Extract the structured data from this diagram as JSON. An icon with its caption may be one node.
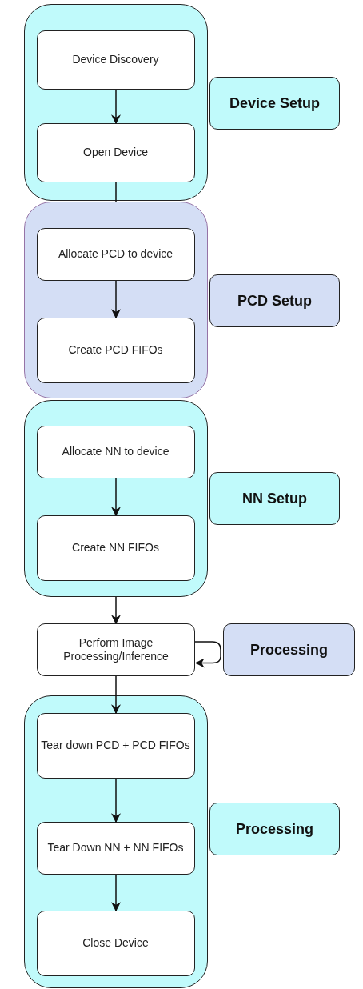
{
  "diagram": {
    "nodes": [
      {
        "text": [],
        "shape": "box"
      },
      {
        "text": [
          "Device Discovery"
        ],
        "in": 0
      },
      {
        "text": [
          "Open Device"
        ],
        "in": 0
      },
      {
        "text": [
          "Device Setup"
        ]
      },
      {
        "text": [],
        "shape": "box"
      },
      {
        "text": [
          "Allocate PCD to device"
        ],
        "in": 4
      },
      {
        "text": [
          "Create PCD FIFOs"
        ],
        "in": 4
      },
      {
        "text": [
          "PCD Setup"
        ]
      },
      {
        "text": [],
        "shape": "box"
      },
      {
        "text": [
          "Allocate NN to device"
        ],
        "in": 8
      },
      {
        "text": [
          "Create NN FIFOs"
        ],
        "in": 8
      },
      {
        "text": [
          "NN Setup"
        ]
      },
      {
        "text": [
          "Perform Image Processing/Inference"
        ]
      },
      {
        "text": [
          "Processing"
        ]
      },
      {
        "text": [],
        "shape": "box"
      },
      {
        "text": [
          "Tear down PCD + PCD FIFOs"
        ],
        "in": 14
      },
      {
        "text": [
          "Tear Down NN + NN FIFOs"
        ],
        "in": 14
      },
      {
        "text": [
          "Close Device"
        ],
        "in": 14
      },
      {
        "text": [
          "Processing"
        ]
      }
    ],
    "edges": [
      {
        "from": 1,
        "to": 2,
        "arrow": "to"
      },
      {
        "from": 2,
        "to": 4,
        "arrow": "none"
      },
      {
        "from": 5,
        "to": 6,
        "arrow": "to"
      },
      {
        "from": 9,
        "to": 10,
        "arrow": "to"
      },
      {
        "from": 8,
        "to": 12,
        "arrow": "to"
      },
      {
        "from": 12,
        "to": 12,
        "arrow": "to"
      },
      {
        "from": 12,
        "to": 15,
        "arrow": "to"
      },
      {
        "from": 15,
        "to": 16,
        "arrow": "to"
      },
      {
        "from": 16,
        "to": 17,
        "arrow": "to"
      }
    ]
  }
}
